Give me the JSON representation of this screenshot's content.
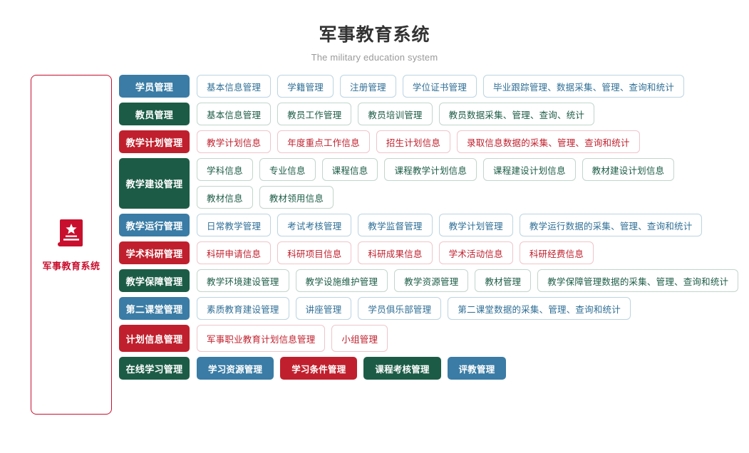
{
  "header": {
    "title": "军事教育系统",
    "subtitle": "The military education system"
  },
  "sidebar": {
    "icon": "book-star-icon",
    "label": "军事教育系统",
    "accent_color": "#c8102e"
  },
  "colors": {
    "blue": "#3a7ca5",
    "green": "#1c5c46",
    "red": "#c0202d",
    "sidebar_red": "#c8102e",
    "title": "#333333",
    "subtitle": "#9a9a9a"
  },
  "rows": [
    {
      "category": "学员管理",
      "theme": "blue",
      "style": "outline",
      "lines": [
        [
          "基本信息管理",
          "学籍管理",
          "注册管理",
          "学位证书管理",
          "毕业跟踪管理、数据采集、管理、查询和统计"
        ]
      ]
    },
    {
      "category": "教员管理",
      "theme": "green",
      "style": "outline",
      "lines": [
        [
          "基本信息管理",
          "教员工作管理",
          "教员培训管理",
          "教员数据采集、管理、查询、统计"
        ]
      ]
    },
    {
      "category": "教学计划管理",
      "theme": "red",
      "style": "outline",
      "lines": [
        [
          "教学计划信息",
          "年度重点工作信息",
          "招生计划信息",
          "录取信息数据的采集、管理、查询和统计"
        ]
      ]
    },
    {
      "category": "教学建设管理",
      "theme": "green",
      "style": "outline",
      "lines": [
        [
          "学科信息",
          "专业信息",
          "课程信息",
          "课程教学计划信息",
          "课程建设计划信息",
          "教材建设计划信息"
        ],
        [
          "教材信息",
          "教材领用信息"
        ]
      ]
    },
    {
      "category": "教学运行管理",
      "theme": "blue",
      "style": "outline",
      "lines": [
        [
          "日常教学管理",
          "考试考核管理",
          "教学监督管理",
          "教学计划管理",
          "教学运行数据的采集、管理、查询和统计"
        ]
      ]
    },
    {
      "category": "学术科研管理",
      "theme": "red",
      "style": "outline",
      "lines": [
        [
          "科研申请信息",
          "科研项目信息",
          "科研成果信息",
          "学术活动信息",
          "科研经费信息"
        ]
      ]
    },
    {
      "category": "教学保障管理",
      "theme": "green",
      "style": "outline",
      "lines": [
        [
          "教学环境建设管理",
          "教学设施维护管理",
          "教学资源管理",
          "教材管理",
          "教学保障管理数据的采集、管理、查询和统计"
        ]
      ]
    },
    {
      "category": "第二课堂管理",
      "theme": "blue",
      "style": "outline",
      "lines": [
        [
          "素质教育建设管理",
          "讲座管理",
          "学员俱乐部管理",
          "第二课堂数据的采集、管理、查询和统计"
        ]
      ]
    },
    {
      "category": "计划信息管理",
      "theme": "red",
      "style": "outline-tall",
      "lines": [
        [
          "军事职业教育计划信息管理",
          "小组管理"
        ]
      ]
    },
    {
      "category": "在线学习管理",
      "theme": "green",
      "style": "filled",
      "lines": [
        [
          {
            "label": "学习资源管理",
            "fill": "blue"
          },
          {
            "label": "学习条件管理",
            "fill": "red"
          },
          {
            "label": "课程考核管理",
            "fill": "green"
          },
          {
            "label": "评教管理",
            "fill": "blue"
          }
        ]
      ]
    }
  ]
}
